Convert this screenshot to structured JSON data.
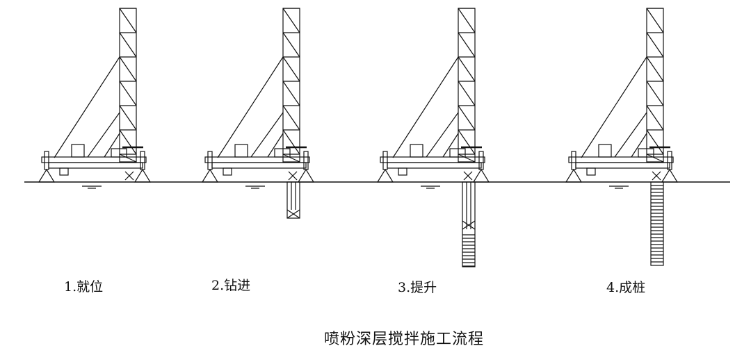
{
  "diagram": {
    "caption": "喷粉深层搅拌施工流程",
    "steps": [
      {
        "label": "1.就位",
        "pile": "none"
      },
      {
        "label": "2.钻进",
        "pile": "drill"
      },
      {
        "label": "3.提升",
        "pile": "lift"
      },
      {
        "label": "4.成桩",
        "pile": "done"
      }
    ],
    "colors": {
      "line": "#111111",
      "background": "#ffffff"
    }
  }
}
